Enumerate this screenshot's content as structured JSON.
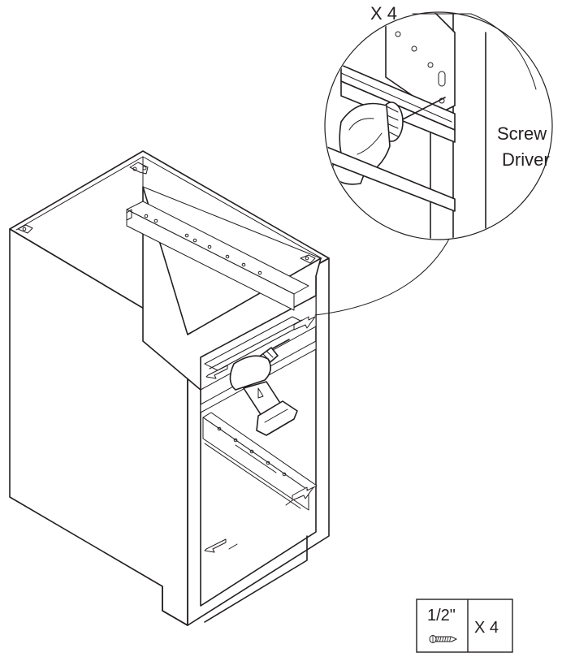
{
  "callout": {
    "count_label": "X 4",
    "tool_line1": "Screw",
    "tool_line2": "Driver"
  },
  "parts_box": {
    "screw_size": "1/2\"",
    "quantity": "X 4"
  }
}
